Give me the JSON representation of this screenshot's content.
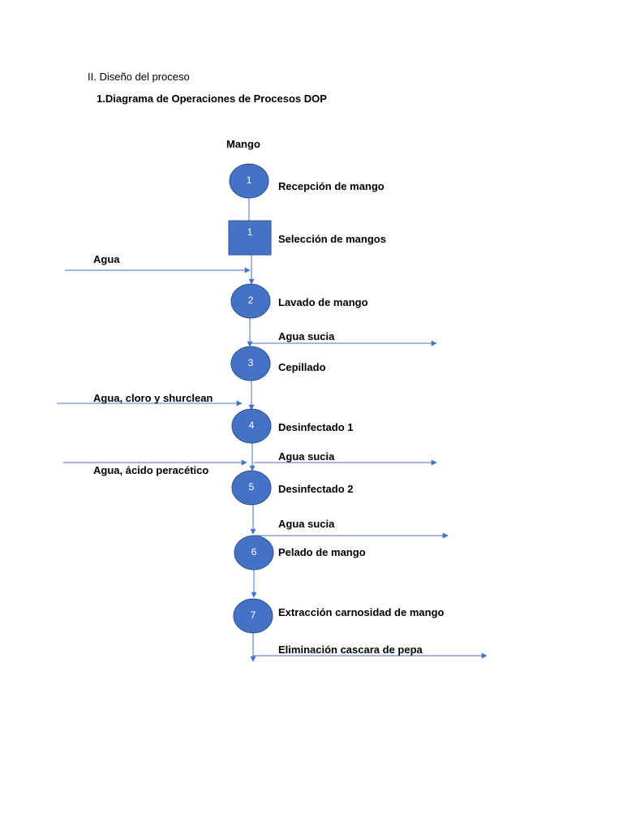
{
  "heading": "II. Diseño del proceso",
  "subheading": "1.Diagrama de Operaciones de Procesos DOP",
  "start_label": "Mango",
  "colors": {
    "node_fill": "#4472c4",
    "node_stroke": "#2f528f",
    "line": "#4472c4"
  },
  "nodes": [
    {
      "shape": "circle",
      "number": "1",
      "label": "Recepción de mango"
    },
    {
      "shape": "square",
      "number": "1",
      "label": "Selección de mangos"
    },
    {
      "shape": "circle",
      "number": "2",
      "label": "Lavado de mango"
    },
    {
      "shape": "circle",
      "number": "3",
      "label": "Cepillado"
    },
    {
      "shape": "circle",
      "number": "4",
      "label": "Desinfectado 1"
    },
    {
      "shape": "circle",
      "number": "5",
      "label": "Desinfectado 2"
    },
    {
      "shape": "circle",
      "number": "6",
      "label": "Pelado de mango"
    },
    {
      "shape": "circle",
      "number": "7",
      "label": "Extracción carnosidad de mango"
    }
  ],
  "inputs": [
    {
      "label": "Agua"
    },
    {
      "label": "Agua, cloro y shurclean"
    },
    {
      "label": "Agua, ácido peracético"
    }
  ],
  "outputs": [
    {
      "label": "Agua sucia"
    },
    {
      "label": "Agua sucia"
    },
    {
      "label": "Agua sucia"
    },
    {
      "label": "Eliminación cascara de pepa"
    }
  ]
}
